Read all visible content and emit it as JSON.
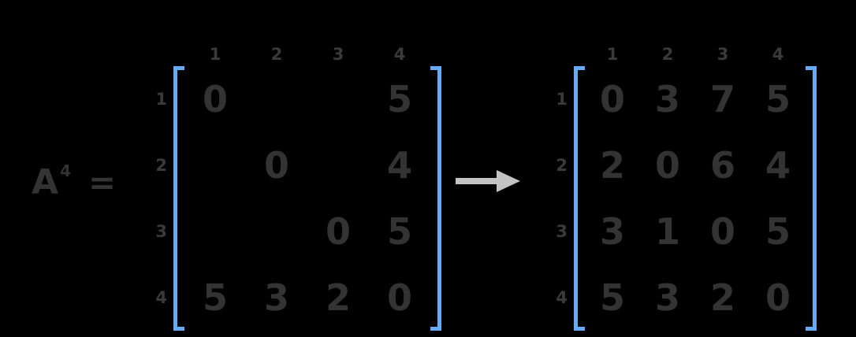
{
  "background_color": "#000000",
  "accent_color": "#64aaf4",
  "text_color": "#333333",
  "arrow_color": "#c3c3c3",
  "equation": {
    "base": "A",
    "exponent": "4",
    "equals": "="
  },
  "arrow": {
    "icon": "right-arrow-icon",
    "direction": "right"
  },
  "matrix_left": {
    "name": "A to the fourth power (sparse / partially filled)",
    "column_headers": [
      "1",
      "2",
      "3",
      "4"
    ],
    "row_headers": [
      "1",
      "2",
      "3",
      "4"
    ],
    "rows": [
      [
        "0",
        "",
        "",
        "5"
      ],
      [
        "",
        "0",
        "",
        "4"
      ],
      [
        "",
        "",
        "0",
        "5"
      ],
      [
        "5",
        "3",
        "2",
        "0"
      ]
    ]
  },
  "matrix_right": {
    "name": "A to the fourth power (completed)",
    "column_headers": [
      "1",
      "2",
      "3",
      "4"
    ],
    "row_headers": [
      "1",
      "2",
      "3",
      "4"
    ],
    "rows": [
      [
        "0",
        "3",
        "7",
        "5"
      ],
      [
        "2",
        "0",
        "6",
        "4"
      ],
      [
        "3",
        "1",
        "0",
        "5"
      ],
      [
        "5",
        "3",
        "2",
        "0"
      ]
    ]
  }
}
